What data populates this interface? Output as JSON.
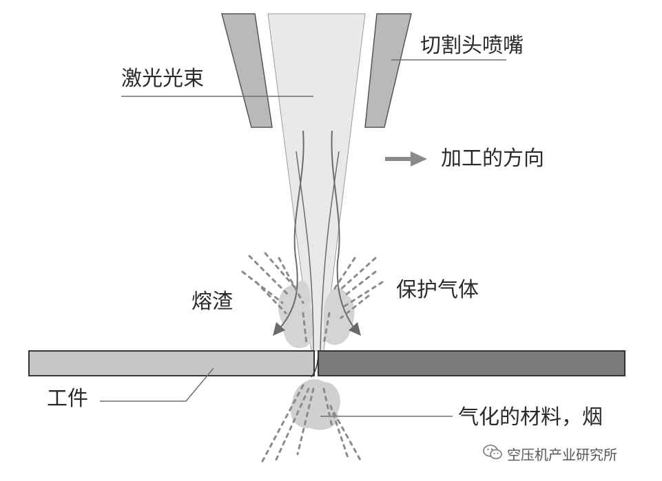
{
  "labels": {
    "laser_beam": "激光光束",
    "nozzle": "切割头喷嘴",
    "direction": "加工的方向",
    "shield_gas": "保护气体",
    "slag": "熔渣",
    "workpiece": "工件",
    "vapor": "气化的材料，烟"
  },
  "watermark": {
    "text": "空压机产业研究所",
    "icon": "wechat-icon"
  },
  "colors": {
    "nozzle_fill": "#b9b9b9",
    "beam_fill": "#e9e9e9",
    "workpiece_left": "#c6c6c6",
    "workpiece_right": "#7a7a7a",
    "leader_line": "#6e6e6e",
    "arrow": "#8a8a8a",
    "smoke": "#d0d0d0"
  }
}
